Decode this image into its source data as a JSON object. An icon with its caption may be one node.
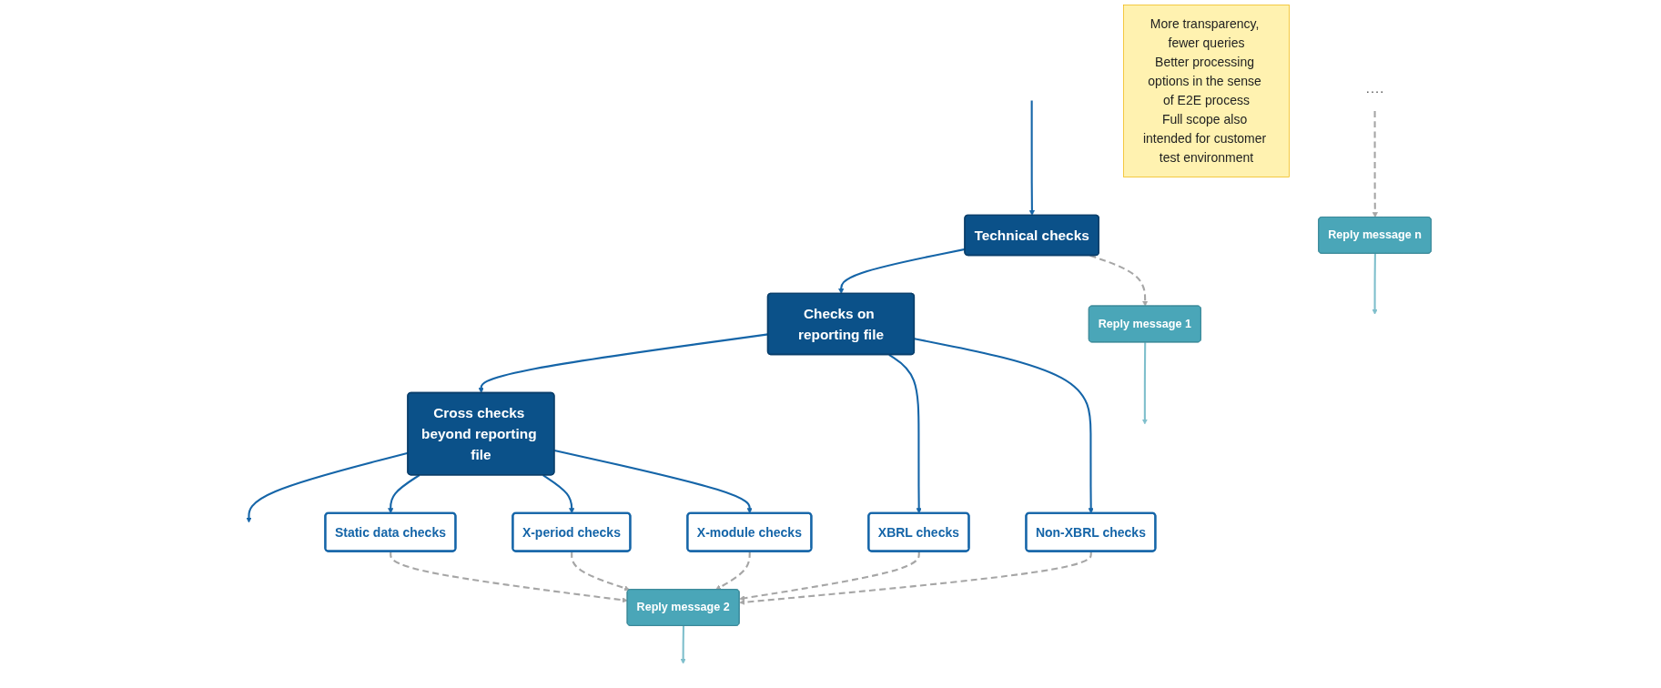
{
  "diagram": {
    "nodes": [
      {
        "text": [
          "Technical checks"
        ]
      },
      {
        "text": [
          "Checks on reporting file"
        ]
      },
      {
        "text": [
          "Cross checks beyond reporting file"
        ]
      },
      {
        "text": [
          "XBRL checks"
        ]
      },
      {
        "text": [
          "Non-XBRL checks"
        ]
      },
      {
        "text": [
          "Static data checks"
        ]
      },
      {
        "text": [
          "X-period checks"
        ]
      },
      {
        "text": [
          "X-module checks"
        ]
      },
      {
        "text": [
          "Reply message 1"
        ]
      },
      {
        "text": [
          "Reply message 2"
        ]
      },
      {
        "text": [
          "Reply message n"
        ]
      },
      {
        "text": [
          "····"
        ]
      },
      {
        "text": [
          "More transparency, fewer queries",
          "Better processing options in the sense of E2E process",
          "Full scope also intended for customer test environment"
        ]
      }
    ],
    "edges": [
      {
        "from": null,
        "to": 0,
        "arrow": "to"
      },
      {
        "from": 0,
        "to": 1,
        "arrow": "to"
      },
      {
        "from": 1,
        "to": 2,
        "arrow": "to"
      },
      {
        "from": 2,
        "to": null,
        "arrow": "to"
      },
      {
        "from": 1,
        "to": 3,
        "arrow": "to"
      },
      {
        "from": 1,
        "to": 4,
        "arrow": "to"
      },
      {
        "from": 2,
        "to": 5,
        "arrow": "to"
      },
      {
        "from": 2,
        "to": 6,
        "arrow": "to"
      },
      {
        "from": 2,
        "to": 7,
        "arrow": "to"
      },
      {
        "from": 0,
        "to": 8,
        "arrow": "to",
        "style": "dashed",
        "color": "#a6a6a6"
      },
      {
        "from": 3,
        "to": 9,
        "arrow": "to",
        "style": "dashed",
        "color": "#a6a6a6"
      },
      {
        "from": 4,
        "to": 9,
        "arrow": "to",
        "style": "dashed",
        "color": "#a6a6a6"
      },
      {
        "from": 5,
        "to": 9,
        "arrow": "to",
        "style": "dashed",
        "color": "#a6a6a6"
      },
      {
        "from": 6,
        "to": 9,
        "arrow": "to",
        "style": "dashed",
        "color": "#a6a6a6"
      },
      {
        "from": 7,
        "to": 9,
        "arrow": "to",
        "style": "dashed",
        "color": "#a6a6a6"
      },
      {
        "from": 11,
        "to": 10,
        "arrow": "to",
        "style": "dashed",
        "color": "#a6a6a6"
      },
      {
        "from": 8,
        "to": null,
        "arrow": "to",
        "color": "#7fbfcc"
      },
      {
        "from": 9,
        "to": null,
        "arrow": "to",
        "color": "#7fbfcc"
      },
      {
        "from": 10,
        "to": null,
        "arrow": "to",
        "color": "#7fbfcc"
      }
    ]
  }
}
